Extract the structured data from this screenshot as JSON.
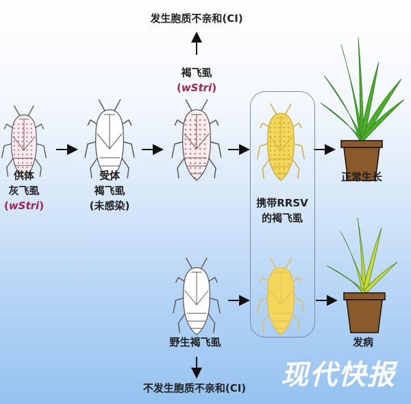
{
  "top_outcome": "发生胞质不亲和(CI)",
  "infected_bph": {
    "name": "褐飞虱",
    "strain": "wStri",
    "strain_prefix": "(",
    "strain_suffix": ")"
  },
  "donor": {
    "role": "供体",
    "species": "灰飞虱",
    "strain": "wStri"
  },
  "recipient": {
    "role": "受体",
    "species": "褐飞虱",
    "status": "(未感染)"
  },
  "rrsv_carrier": {
    "line1": "携带RRSV",
    "line2": "的褐飞虱"
  },
  "healthy_result": "正常生长",
  "wild_bph": "野生褐飞虱",
  "disease_result": "发病",
  "bottom_outcome": "不发生胞质不亲和(CI)",
  "watermark": "现代快报",
  "colors": {
    "wolbachia_dots": "#d9647a",
    "rrsv_insect": "#f3d65a",
    "pot": "#8b5a2b",
    "healthy_leaf": "#4caf2a",
    "diseased_leaf": "#c8d83a",
    "strain_text": "#a0234f"
  }
}
